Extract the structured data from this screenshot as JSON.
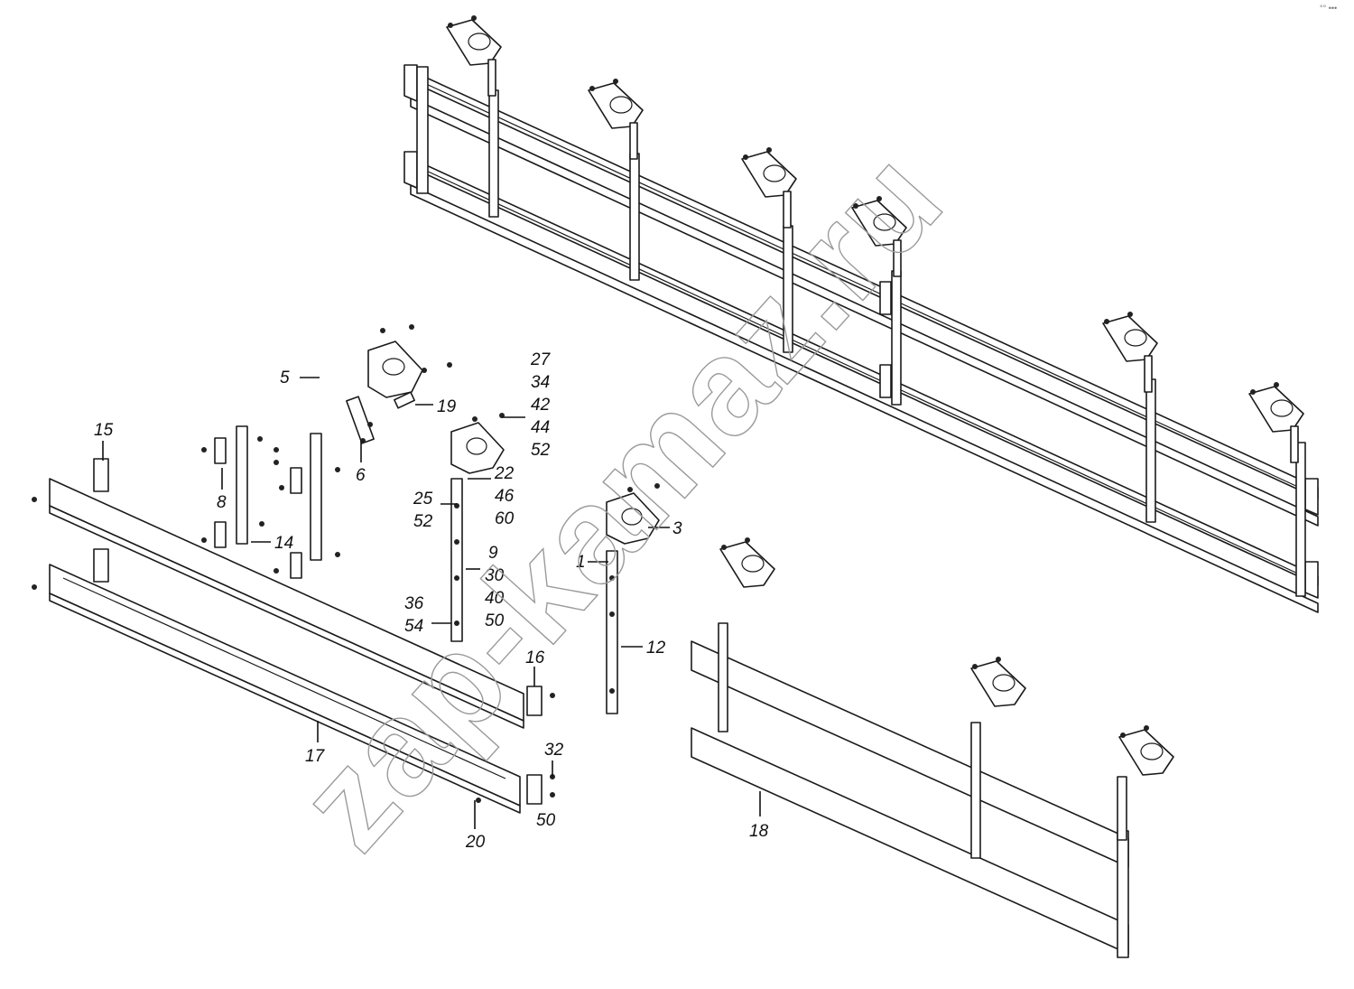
{
  "watermark": "zap-kamaz.ru",
  "corner_mark": "°° •••",
  "callouts": {
    "c1": "1",
    "c3": "3",
    "c5": "5",
    "c6": "6",
    "c8": "8",
    "c9_group": [
      "9",
      "30",
      "40",
      "50"
    ],
    "c12": "12",
    "c14": "14",
    "c15": "15",
    "c16": "16",
    "c17": "17",
    "c18": "18",
    "c19": "19",
    "c20": "20",
    "c22_group": [
      "22",
      "46",
      "60"
    ],
    "c25_group": [
      "25",
      "52"
    ],
    "c27_group": [
      "27",
      "34",
      "42",
      "44",
      "52"
    ],
    "c32": "32",
    "c36_group": [
      "36",
      "54"
    ],
    "c50": "50"
  }
}
